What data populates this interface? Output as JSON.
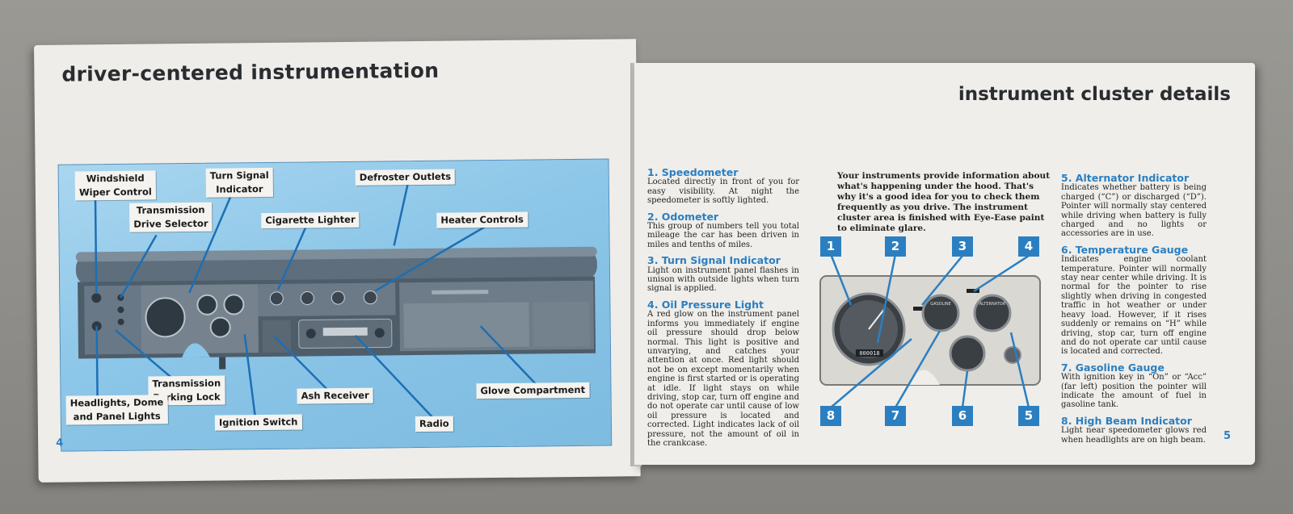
{
  "left_page": {
    "title": "driver-centered instrumentation",
    "page_number": "4",
    "labels": {
      "windshield": "Windshield\nWiper Control",
      "turn_signal": "Turn Signal\nIndicator",
      "defroster": "Defroster Outlets",
      "transmission_drive": "Transmission\nDrive Selector",
      "cigarette": "Cigarette Lighter",
      "heater": "Heater Controls",
      "transmission_park": "Transmission\nParking Lock",
      "ash": "Ash Receiver",
      "glove": "Glove Compartment",
      "headlights": "Headlights, Dome\nand Panel Lights",
      "ignition": "Ignition Switch",
      "radio": "Radio"
    }
  },
  "right_page": {
    "title": "instrument cluster details",
    "page_number": "5",
    "intro": "Your instruments provide information about what's happening under the hood. That's why it's a good idea for you to check them frequently as you drive. The instrument cluster area is finished with Eye-Ease paint to eliminate glare.",
    "items_left": [
      {
        "heading": "1. Speedometer",
        "text": "Located directly in front of you for easy visibility. At night the speedometer is softly lighted."
      },
      {
        "heading": "2. Odometer",
        "text": "This group of numbers tell you total mileage the car has been driven in miles and tenths of miles."
      },
      {
        "heading": "3. Turn Signal Indicator",
        "text": "Light on instrument panel flashes in unison with outside lights when turn signal is applied."
      },
      {
        "heading": "4. Oil Pressure Light",
        "text": "A red glow on the instrument panel informs you immediately if engine oil pressure should drop below normal. This light is positive and unvarying, and catches your attention at once. Red light should not be on except momentarily when engine is first started or is operating at idle. If light stays on while driving, stop car, turn off engine and do not operate car until cause of low oil pressure is located and corrected. Light indicates lack of oil pressure, not the amount of oil in the crankcase."
      }
    ],
    "items_right": [
      {
        "heading": "5. Alternator Indicator",
        "text": "Indicates whether battery is being charged (“C”) or discharged (“D”). Pointer will normally stay centered while driving when battery is fully charged and no lights or accessories are in use."
      },
      {
        "heading": "6. Temperature Gauge",
        "text": "Indicates engine coolant temperature. Pointer will normally stay near center while driving. It is normal for the pointer to rise slightly when driving in congested traffic in hot weather or under heavy load. However, if it rises suddenly or remains on “H” while driving, stop car, turn off engine and do not operate car until cause is located and corrected."
      },
      {
        "heading": "7. Gasoline Gauge",
        "text": "With ignition key in “On” or “Acc” (far left) position the pointer will indicate the amount of fuel in gasoline tank."
      },
      {
        "heading": "8. High Beam Indicator",
        "text": "Light near speedometer glows red when headlights are on high beam."
      }
    ],
    "callouts": [
      "1",
      "2",
      "3",
      "4",
      "8",
      "7",
      "6",
      "5"
    ],
    "gauge_labels": {
      "gas": "GASOLINE",
      "alt": "ALTERNATOR"
    },
    "odometer": "000018"
  },
  "colors": {
    "accent": "#2b7fc1",
    "photo_bg": "#8cc6e8"
  }
}
